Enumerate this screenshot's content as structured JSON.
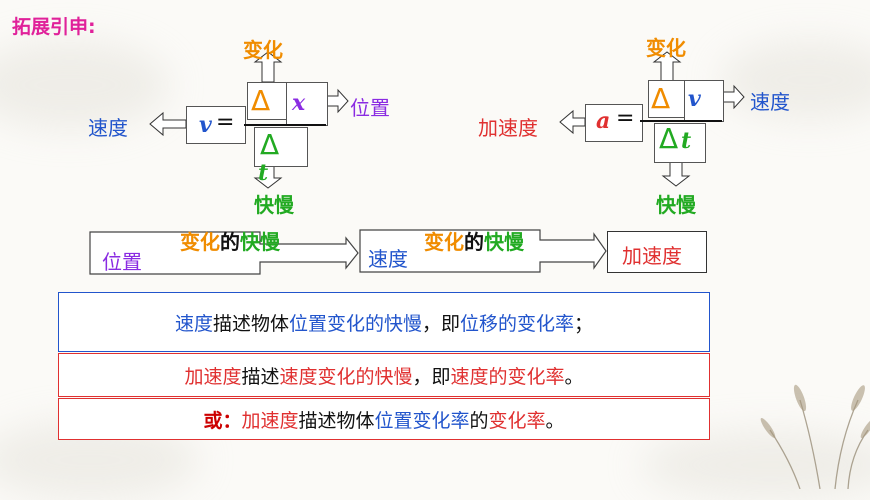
{
  "title": "拓展引申:",
  "velocity_diagram": {
    "change_label": "变化",
    "delta": "Δ",
    "numer_symbol": "x",
    "right_label": "位置",
    "left_label": "速度",
    "lhs_symbol": "v",
    "equals": "=",
    "denom_symbol": "t",
    "bottom_label": "快慢"
  },
  "accel_diagram": {
    "change_label": "变化",
    "delta": "Δ",
    "numer_symbol": "v",
    "right_label": "速度",
    "left_label": "加速度",
    "lhs_symbol": "a",
    "equals": "=",
    "denom_symbol": "t",
    "bottom_label": "快慢"
  },
  "flow": {
    "box1": "位置",
    "connector1": {
      "change": "变化",
      "of": "的",
      "speed": "快慢"
    },
    "box2": "速度",
    "connector2": {
      "change": "变化",
      "of": "的",
      "speed": "快慢"
    },
    "box3": "加速度"
  },
  "statements": [
    {
      "parts": [
        {
          "text": "速度",
          "color": "#2255cc"
        },
        {
          "text": "描述物体",
          "color": "#111111"
        },
        {
          "text": "位置变化的快慢",
          "color": "#2255cc"
        },
        {
          "text": "，即",
          "color": "#111111"
        },
        {
          "text": "位移的变化率",
          "color": "#2255cc"
        },
        {
          "text": "；",
          "color": "#111111"
        }
      ],
      "border": "#2255cc"
    },
    {
      "parts": [
        {
          "text": "加速度",
          "color": "#e03030"
        },
        {
          "text": "描述",
          "color": "#111111"
        },
        {
          "text": "速度变化的快慢",
          "color": "#e03030"
        },
        {
          "text": "，即",
          "color": "#111111"
        },
        {
          "text": "速度的变化率",
          "color": "#e03030"
        },
        {
          "text": "。",
          "color": "#111111"
        }
      ],
      "border": "#e03030"
    },
    {
      "parts": [
        {
          "text": "或：",
          "color": "#cc0000"
        },
        {
          "text": "加速度",
          "color": "#e03030"
        },
        {
          "text": "描述物体",
          "color": "#111111"
        },
        {
          "text": "位置变化率",
          "color": "#2255cc"
        },
        {
          "text": "的",
          "color": "#111111"
        },
        {
          "text": "变化率",
          "color": "#e03030"
        },
        {
          "text": "。",
          "color": "#111111"
        }
      ],
      "border": "#e03030"
    }
  ]
}
